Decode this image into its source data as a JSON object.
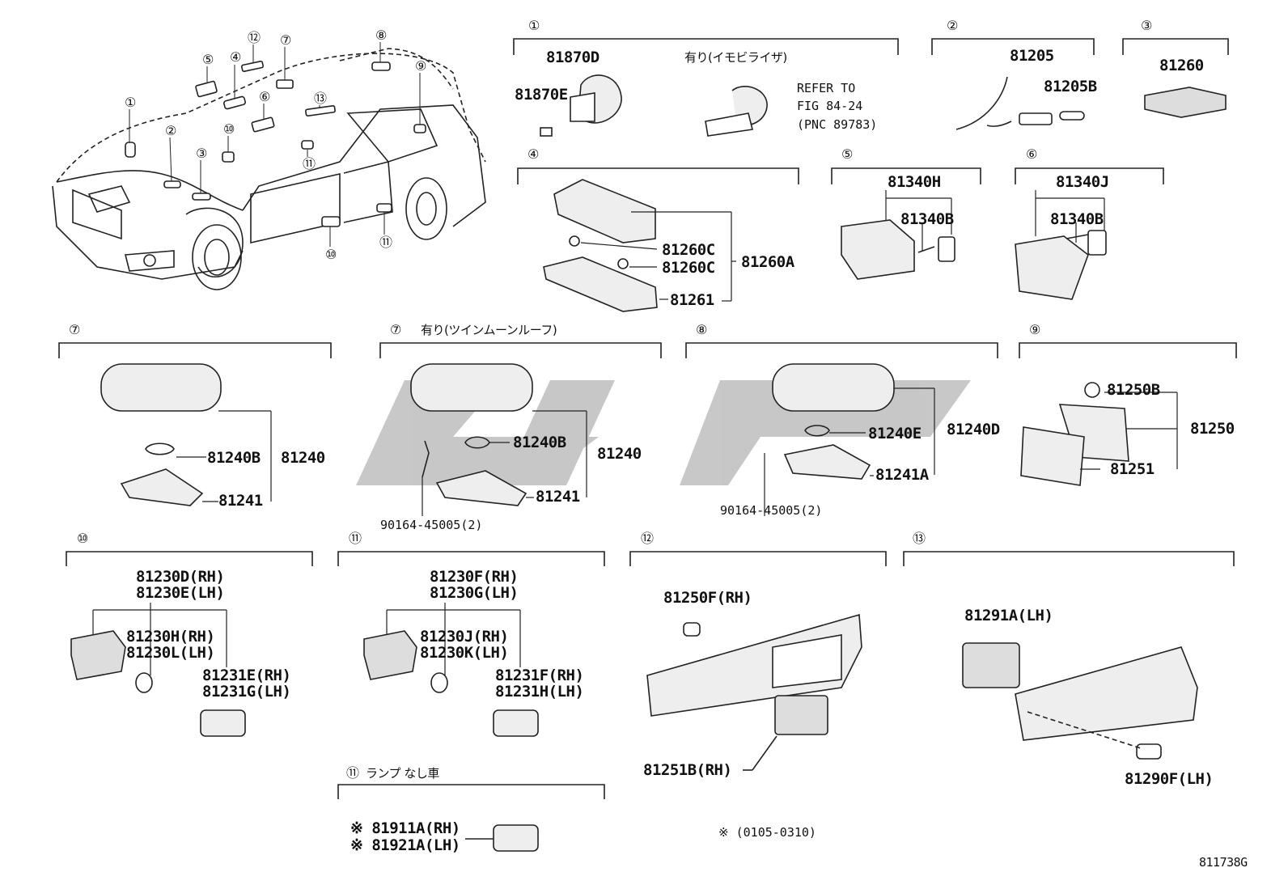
{
  "sections": {
    "s1": {
      "num": "①",
      "parts": [
        "81870D",
        "81870E"
      ],
      "note": "有り(イモビライザ)",
      "refer": [
        "REFER TO",
        "FIG 84-24",
        "(PNC 89783)"
      ]
    },
    "s2": {
      "num": "②",
      "parts": [
        "81205",
        "81205B"
      ]
    },
    "s3": {
      "num": "③",
      "parts": [
        "81260"
      ]
    },
    "s4": {
      "num": "④",
      "parts": [
        "81260C",
        "81260C",
        "81261",
        "81260A"
      ]
    },
    "s5": {
      "num": "⑤",
      "parts": [
        "81340H",
        "81340B"
      ]
    },
    "s6": {
      "num": "⑥",
      "parts": [
        "81340J",
        "81340B"
      ]
    },
    "s7a": {
      "num": "⑦",
      "parts": [
        "81240B",
        "81240",
        "81241"
      ]
    },
    "s7b": {
      "num": "⑦",
      "note": "有り(ツインムーンルーフ)",
      "parts": [
        "81240B",
        "81240",
        "81241",
        "90164-45005(2)"
      ]
    },
    "s8": {
      "num": "⑧",
      "parts": [
        "81240E",
        "81240D",
        "81241A",
        "90164-45005(2)"
      ]
    },
    "s9": {
      "num": "⑨",
      "parts": [
        "81250B",
        "81250",
        "81251"
      ]
    },
    "s10": {
      "num": "⑩",
      "parts": [
        "81230D(RH)",
        "81230E(LH)",
        "81230H(RH)",
        "81230L(LH)",
        "81231E(RH)",
        "81231G(LH)"
      ]
    },
    "s11": {
      "num": "⑪",
      "parts": [
        "81230F(RH)",
        "81230G(LH)",
        "81230J(RH)",
        "81230K(LH)",
        "81231F(RH)",
        "81231H(LH)"
      ]
    },
    "s11b": {
      "num": "⑪",
      "note": "ランプ なし車",
      "parts": [
        "※ 81911A(RH)",
        "※ 81921A(LH)"
      ]
    },
    "s12": {
      "num": "⑫",
      "parts": [
        "81250F(RH)",
        "81251B(RH)"
      ]
    },
    "s13": {
      "num": "⑬",
      "parts": [
        "81291A(LH)",
        "81290F(LH)"
      ]
    }
  },
  "car_callouts": [
    "①",
    "②",
    "③",
    "④",
    "⑤",
    "⑥",
    "⑦",
    "⑧",
    "⑨",
    "⑩",
    "⑪",
    "⑫",
    "⑬",
    "⑩",
    "⑪"
  ],
  "footnote": "※ (0105-0310)",
  "figure_code": "811738G"
}
